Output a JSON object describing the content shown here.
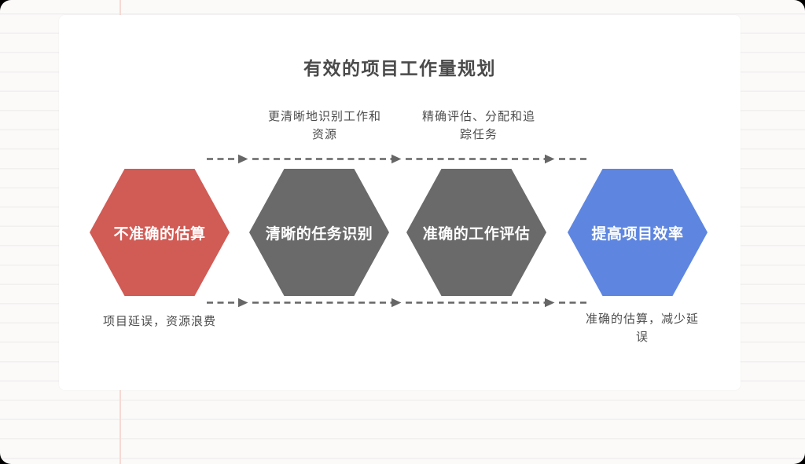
{
  "title": "有效的项目工作量规划",
  "colors": {
    "page_bg": "#FBFAF9",
    "card_bg": "#FFFFFF",
    "ruled_line": "#F2EFEF",
    "margin_line": "#F6D9D4",
    "title_text": "#4A4A4A",
    "label_text": "#4D4D4D",
    "node_text": "#FFFFFF",
    "arrow": "#666666",
    "node_red": "#D15B55",
    "node_gray": "#6A6A6A",
    "node_blue": "#5E86E0"
  },
  "transition_labels": [
    {
      "text": "更清晰地识别工作和\n资源"
    },
    {
      "text": "精确评估、分配和追\n踪任务"
    }
  ],
  "nodes": [
    {
      "label": "不准确的估算",
      "color": "#D15B55"
    },
    {
      "label": "清晰的任务识别",
      "color": "#6A6A6A"
    },
    {
      "label": "准确的工作评估",
      "color": "#6A6A6A"
    },
    {
      "label": "提高项目效率",
      "color": "#5E86E0"
    }
  ],
  "outcome_labels": [
    {
      "text": "项目延误，资源浪费"
    },
    {
      "text": "准确的估算，减少延\n误"
    }
  ]
}
